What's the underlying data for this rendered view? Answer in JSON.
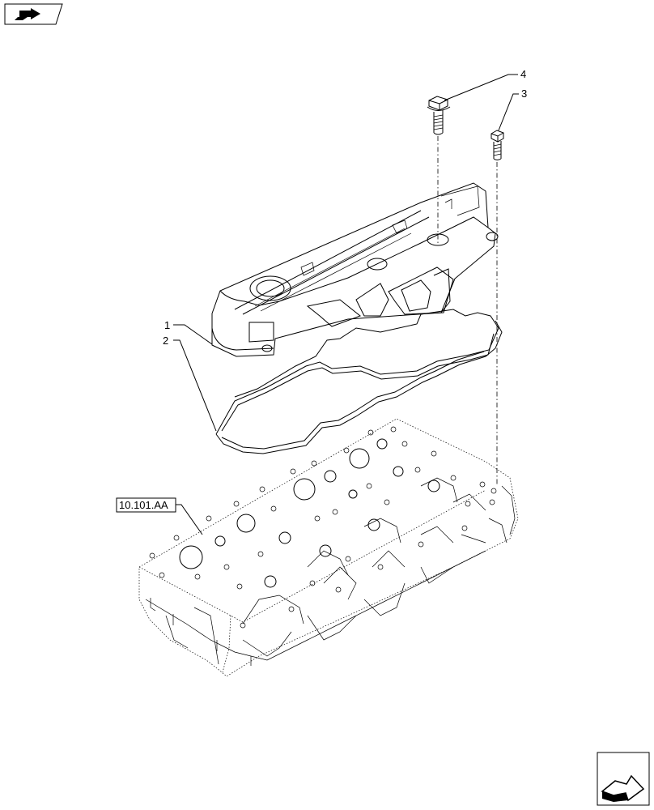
{
  "callouts": {
    "c1": "1",
    "c2": "2",
    "c3": "3",
    "c4": "4"
  },
  "reference": {
    "label": "10.101.AA"
  },
  "icons": {
    "top_left": "page-nav-arrow-icon",
    "bottom_right": "next-page-arrow-icon"
  }
}
